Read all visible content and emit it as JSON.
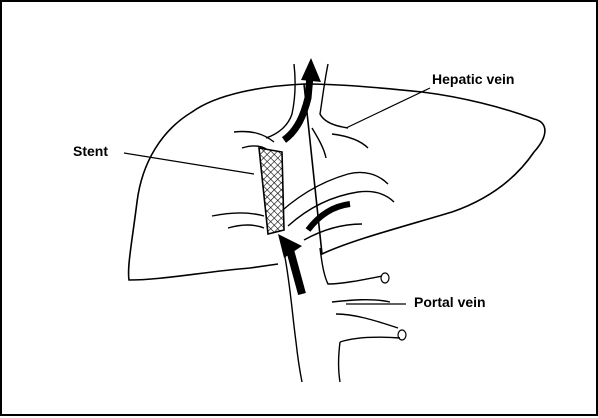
{
  "labels": {
    "hepatic_vein": "Hepatic vein",
    "stent": "Stent",
    "portal_vein": "Portal vein"
  },
  "colors": {
    "ink": "#000000",
    "background": "#ffffff"
  }
}
